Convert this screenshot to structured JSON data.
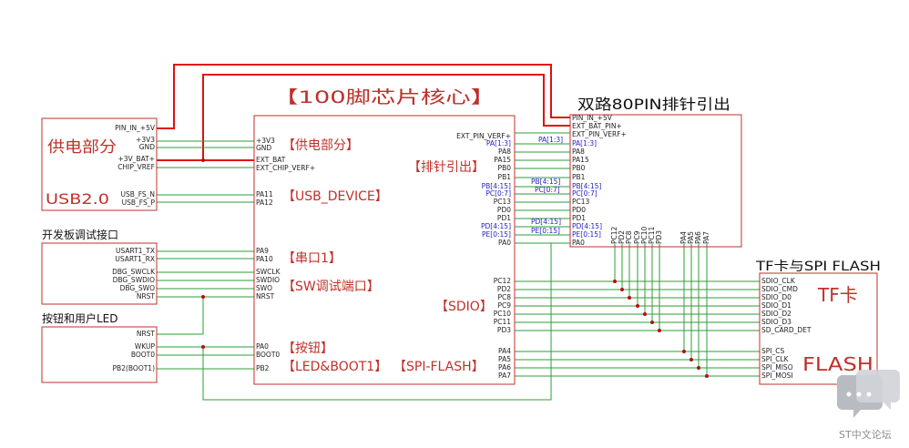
{
  "title": "【100脚芯片核心】",
  "power_block": {
    "title": "供电部分",
    "usb_label": "USB2.0",
    "pins": [
      "PIN_IN_+5V",
      "+3V3",
      "GND",
      "+3V_BAT+",
      "CHIP_VREF",
      "USB_FS_N",
      "USB_FS_P"
    ]
  },
  "debug_block": {
    "title": "开发板调试接口",
    "pins": [
      "USART1_TX",
      "USART1_RX",
      "DBG_SWCLK",
      "DBG_SWDIO",
      "DBG_SWO",
      "NRST"
    ]
  },
  "button_block": {
    "title": "按钮和用户LED",
    "pins": [
      "NRST",
      "WKUP",
      "BOOT0",
      "PB2(BOOT1)"
    ]
  },
  "core_block": {
    "left_pins": [
      "+3V3",
      "GND",
      "EXT_BAT",
      "EXT_CHIP_VERF+",
      "PA11",
      "PA12",
      "PA9",
      "PA10",
      "SWCLK",
      "SWDIO",
      "SWO",
      "NRST",
      "PA0",
      "BOOT0",
      "PB2"
    ],
    "right_pins": [
      "EXT_PIN_VERF+",
      "PA[1:3]",
      "PA8",
      "PA15",
      "PB0",
      "PB1",
      "PB[4:15]",
      "PC[0:7]",
      "PC13",
      "PD0",
      "PD1",
      "PD[4:15]",
      "PE[0:15]",
      "PA0",
      "PC12",
      "PD2",
      "PC8",
      "PC9",
      "PC10",
      "PC11",
      "PD3",
      "PA4",
      "PA5",
      "PA6",
      "PA7"
    ],
    "labels": {
      "power": "【供电部分】",
      "pin_out": "【排针引出】",
      "usb": "【USB_DEVICE】",
      "uart": "【串口1】",
      "sw": "【SW调试端口】",
      "sdio": "【SDIO】",
      "button": "【按钮】",
      "led": "【LED&BOOT1】",
      "spi": "【SPI-FLASH】"
    }
  },
  "header_block": {
    "title": "双路80PIN排针引出",
    "pins": [
      "PIN_IN_+5V",
      "EXT_BAT_PIN+",
      "EXT_PIN_VERF+",
      "PA[1:3]",
      "PA8",
      "PA15",
      "PB0",
      "PB1",
      "PB[4:15]",
      "PC[0:7]",
      "PC13",
      "PD0",
      "PD1",
      "PD[4:15]",
      "PE[0:15]",
      "PA0"
    ],
    "vertical_pins": [
      "PC12",
      "PD2",
      "PC8",
      "PC9",
      "PC10",
      "PC11",
      "PD3",
      "PA4",
      "PA5",
      "PA6",
      "PA7"
    ]
  },
  "wire_labels": {
    "pa": "PA[1:3]",
    "pb": "PB[4:15]",
    "pc": "PC[0:7]",
    "pd": "PD[4:15]",
    "pe": "PE[0:15]"
  },
  "tf_block": {
    "title": "TF卡与SPI FLASH",
    "tf_label": "TF卡",
    "flash_label": "FLASH",
    "pins": [
      "SDIO_CLK",
      "SDIO_CMD",
      "SDIO_D0",
      "SDIO_D1",
      "SDIO_D2",
      "SDIO_D3",
      "SD_CARD_DET",
      "SPI_CS",
      "SPI_CLK",
      "SPI_MISO",
      "SPI_MOSI"
    ]
  },
  "watermark": {
    "text": "ST中文论坛"
  },
  "colors": {
    "wire": "#2e9e3a",
    "power_wire": "#e01010",
    "label": "#c0302a",
    "box": "#c0302a",
    "blue_pin": "#2222cc",
    "junction": "#b01010"
  }
}
